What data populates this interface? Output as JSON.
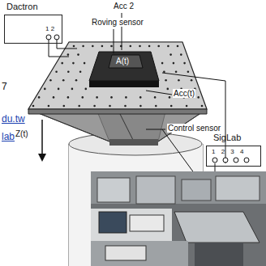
{
  "diagram": {
    "nodes": [
      {
        "text": [
          "Dactron",
          "1 2"
        ]
      },
      {
        "text": [
          "SigLab",
          "1 2 3 4"
        ]
      }
    ],
    "labels": [
      "Acc 2",
      "Roving sensor",
      "A(t)",
      "Acc(t)",
      "Control sensor",
      "Z(t)",
      "7",
      "du.tw",
      "lab"
    ]
  }
}
